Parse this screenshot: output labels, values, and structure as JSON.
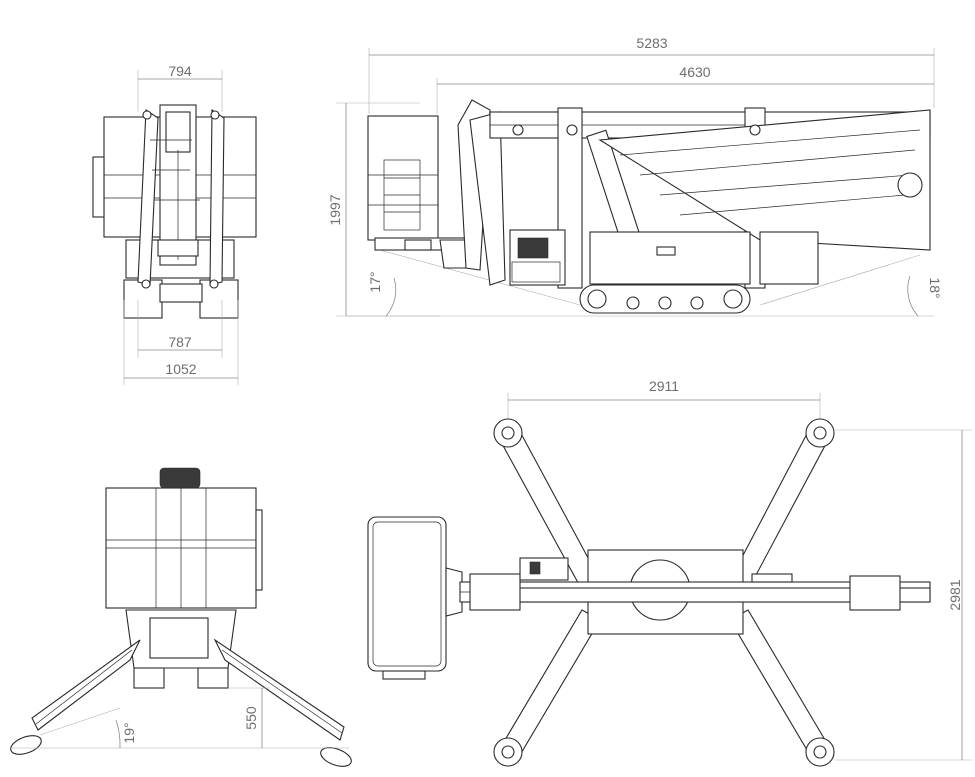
{
  "dimensions": {
    "front_top_width": "794",
    "front_track_inner": "787",
    "front_track_outer": "1052",
    "side_overall_length": "5283",
    "side_transport_length": "4630",
    "side_height": "1997",
    "side_front_angle": "17°",
    "side_rear_angle": "18°",
    "plan_outrigger_span": "2911",
    "plan_outrigger_width": "2981",
    "rear_ground_clearance": "550",
    "rear_angle": "19°"
  }
}
